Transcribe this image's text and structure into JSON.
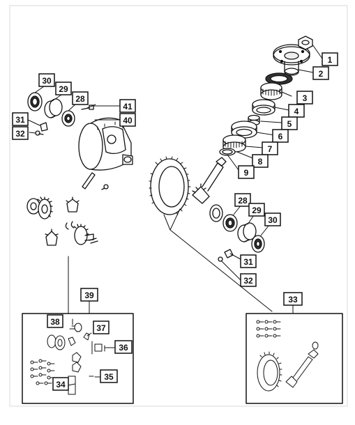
{
  "callouts": {
    "c1": "1",
    "c2": "2",
    "c3": "3",
    "c4": "4",
    "c5": "5",
    "c6": "6",
    "c7": "7",
    "c8": "8",
    "c9": "9",
    "c28a": "28",
    "c29a": "29",
    "c30a": "30",
    "c31a": "31",
    "c32a": "32",
    "c40": "40",
    "c41": "41",
    "c28b": "28",
    "c29b": "29",
    "c30b": "30",
    "c31b": "31",
    "c32b": "32",
    "c33": "33",
    "c34": "34",
    "c35": "35",
    "c36": "36",
    "c37": "37",
    "c38": "38",
    "c39": "39"
  },
  "colors": {
    "line": "#111111",
    "callout_border": "#111111",
    "background": "#ffffff",
    "frame": "#d8d8d8"
  }
}
